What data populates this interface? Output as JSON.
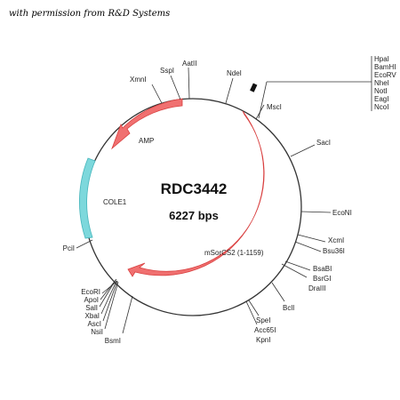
{
  "credit": "with permission from R&D Systems",
  "plasmid": {
    "name": "RDC3442",
    "size": "6227 bps"
  },
  "colors": {
    "arrow_fill": "#f07070",
    "arrow_stroke": "#d94040",
    "cole1_fill": "#7dd8dc",
    "cole1_stroke": "#45b5bb",
    "backbone": "#333333"
  },
  "features": [
    {
      "name": "AMP"
    },
    {
      "name": "COLE1"
    },
    {
      "name": "mSorCS2 (1-1159)"
    }
  ],
  "sites": [
    {
      "names": [
        "AatII"
      ]
    },
    {
      "names": [
        "SspI"
      ]
    },
    {
      "names": [
        "XmnI"
      ]
    },
    {
      "names": [
        "NdeI"
      ]
    },
    {
      "names": [
        "MscI"
      ]
    },
    {
      "names": [
        "HpaI",
        "BamHI",
        "EcoRV",
        "NheI",
        "NotI",
        "EagI",
        "NcoI"
      ]
    },
    {
      "names": [
        "SacI"
      ]
    },
    {
      "names": [
        "EcoNI"
      ]
    },
    {
      "names": [
        "XcmI",
        "Bsu36I"
      ]
    },
    {
      "names": [
        "BsaBI",
        "BsrGI",
        "DraIII"
      ]
    },
    {
      "names": [
        "BclI"
      ]
    },
    {
      "names": [
        "SpeI",
        "Acc65I",
        "KpnI"
      ]
    },
    {
      "names": [
        "EcoRI",
        "ApoI",
        "SalI",
        "XbaI",
        "AscI",
        "NsiI"
      ]
    },
    {
      "names": [
        "BsmI"
      ]
    },
    {
      "names": [
        "PciI"
      ]
    }
  ]
}
